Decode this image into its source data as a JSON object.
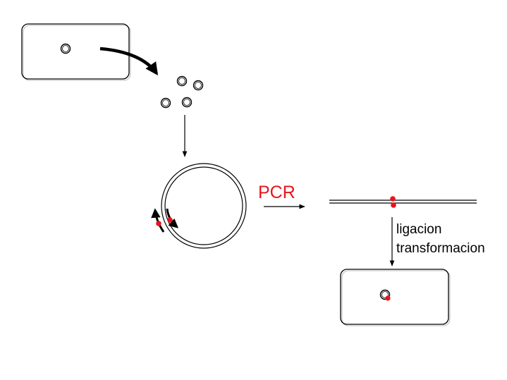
{
  "labels": {
    "pcr": "PCR",
    "ligation": "ligacion",
    "transformation": "transformacion"
  },
  "colors": {
    "stroke": "#000000",
    "mutation": "#e8141c",
    "cell_fill": "#ffffff"
  }
}
